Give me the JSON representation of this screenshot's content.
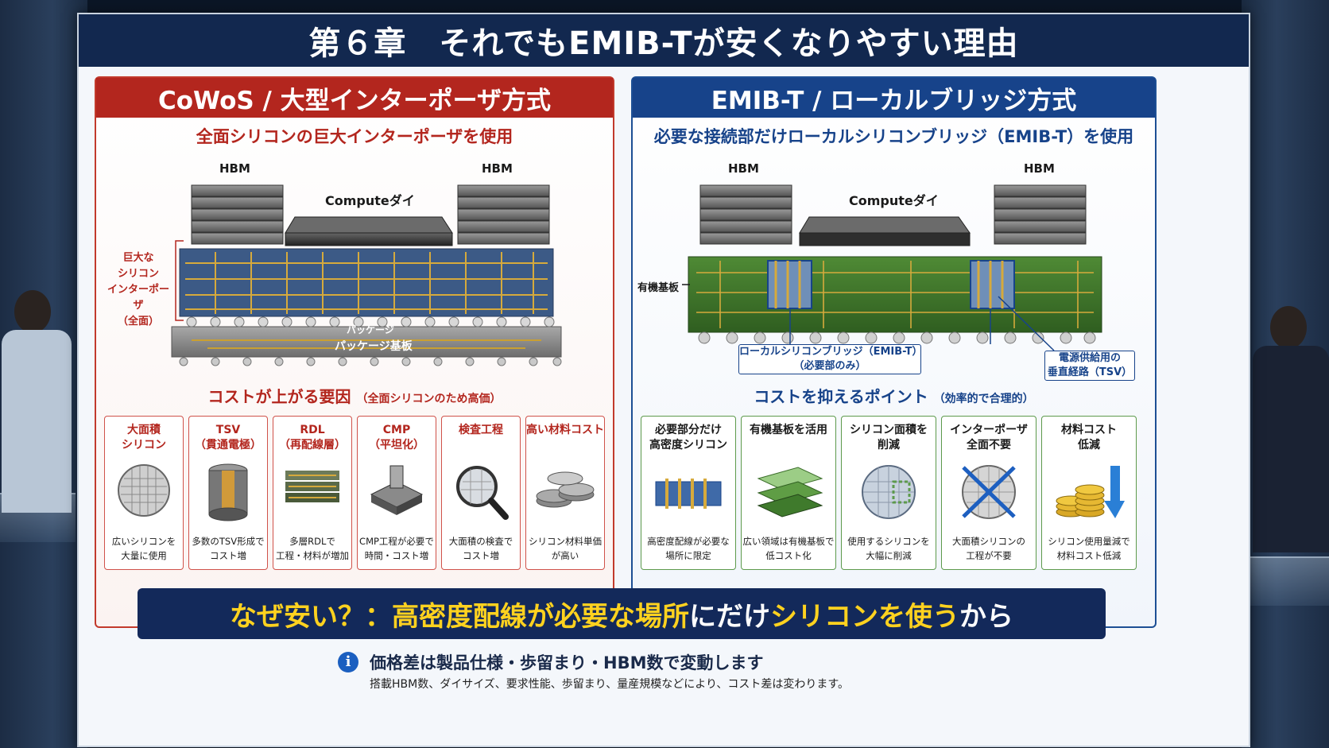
{
  "title": "第６章　それでもEMIB-Tが安くなりやすい理由",
  "left_panel": {
    "header": "CoWoS / 大型インターポーザ方式",
    "subtitle": "全面シリコンの巨大インターポーザを使用",
    "diagram": {
      "hbm_left": "HBM",
      "hbm_right": "HBM",
      "compute_die": "Computeダイ",
      "interposer_callout": [
        "巨大な",
        "シリコン",
        "インターポーザ",
        "（全面）"
      ],
      "package_label_top": "パッケージ",
      "package_label": "パッケージ基板"
    },
    "section_title": "コストが上がる要因",
    "section_note": "（全面シリコンのため高価）",
    "cards": [
      {
        "title": [
          "大面積",
          "シリコン"
        ],
        "desc": [
          "広いシリコンを",
          "大量に使用"
        ],
        "icon": "wafer-icon"
      },
      {
        "title": [
          "TSV",
          "（貫通電極）"
        ],
        "desc": [
          "多数のTSV形成で",
          "コスト増"
        ],
        "icon": "tsv-icon"
      },
      {
        "title": [
          "RDL",
          "（再配線層）"
        ],
        "desc": [
          "多層RDLで",
          "工程・材料が増加"
        ],
        "icon": "rdl-icon"
      },
      {
        "title": [
          "CMP",
          "（平坦化）"
        ],
        "desc": [
          "CMP工程が必要で",
          "時間・コスト増"
        ],
        "icon": "cmp-icon"
      },
      {
        "title": [
          "検査工程"
        ],
        "desc": [
          "大面積の検査で",
          "コスト増"
        ],
        "icon": "magnifier-icon"
      },
      {
        "title": [
          "高い材料コスト"
        ],
        "desc": [
          "シリコン材料単価",
          "が高い"
        ],
        "icon": "wafer-stack-icon"
      }
    ]
  },
  "right_panel": {
    "header": "EMIB-T / ローカルブリッジ方式",
    "subtitle": "必要な接続部だけローカルシリコンブリッジ（EMIB-T）を使用",
    "diagram": {
      "hbm_left": "HBM",
      "hbm_right": "HBM",
      "compute_die": "Computeダイ",
      "substrate_label": "有機基板",
      "bridge_callout": [
        "ローカルシリコンブリッジ（EMIB-T）",
        "（必要部のみ）"
      ],
      "tsv_callout": [
        "電源供給用の",
        "垂直経路（TSV）"
      ]
    },
    "section_title": "コストを抑えるポイント",
    "section_note": "（効率的で合理的）",
    "cards": [
      {
        "title": [
          "必要部分だけ",
          "高密度シリコン"
        ],
        "desc": [
          "高密度配線が必要な",
          "場所に限定"
        ],
        "icon": "bridge-icon"
      },
      {
        "title": [
          "有機基板を活用"
        ],
        "desc": [
          "広い領域は有機基板で",
          "低コスト化"
        ],
        "icon": "organic-substrate-icon"
      },
      {
        "title": [
          "シリコン面積を",
          "削減"
        ],
        "desc": [
          "使用するシリコンを",
          "大幅に削減"
        ],
        "icon": "reduced-wafer-icon"
      },
      {
        "title": [
          "インターポーザ",
          "全面不要"
        ],
        "desc": [
          "大面積シリコンの",
          "工程が不要"
        ],
        "icon": "crossed-wafer-icon"
      },
      {
        "title": [
          "材料コスト",
          "低減"
        ],
        "desc": [
          "シリコン使用量減で",
          "材料コスト低減"
        ],
        "icon": "coins-down-icon"
      }
    ]
  },
  "banner": {
    "part1": "なぜ安い？：高密度配線が",
    "part2": "必要な場所",
    "part3": "にだけ",
    "part4": "シリコンを使う",
    "part5": "から"
  },
  "note": {
    "icon": "info-icon",
    "title": "価格差は製品仕様・歩留まり・HBM数で変動します",
    "detail": "搭載HBM数、ダイサイズ、要求性能、歩留まり、量産規模などにより、コスト差は変わります。"
  },
  "colors": {
    "navy": "#12284f",
    "red": "#b3261e",
    "blue": "#17438a",
    "yellow": "#ffd21f",
    "green": "#5d9a4c"
  }
}
